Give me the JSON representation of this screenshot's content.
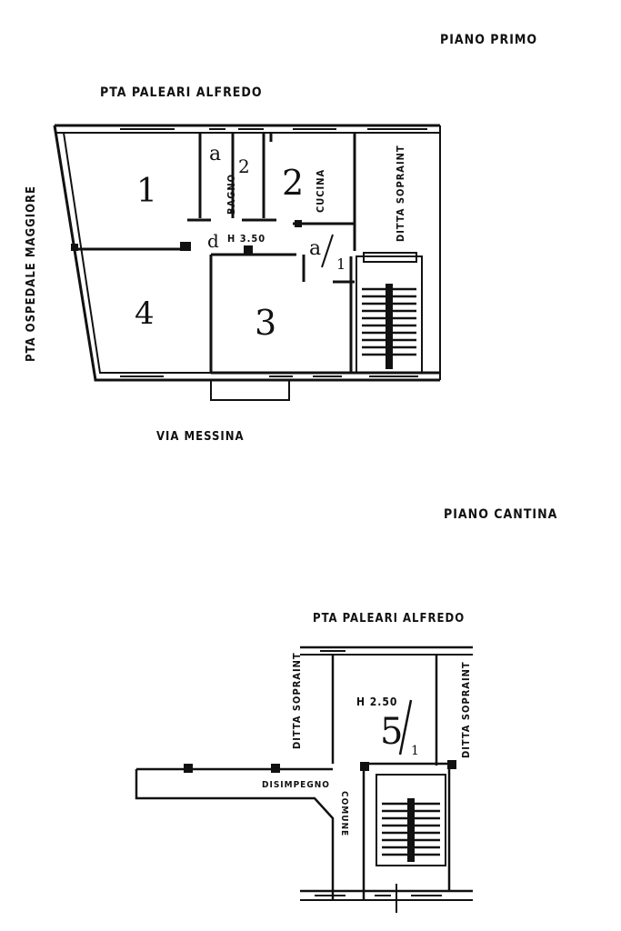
{
  "upper_plan": {
    "title": "PIANO PRIMO",
    "street_top": "PTA PALEARI ALFREDO",
    "street_left": "PTA OSPEDALE MAGGIORE",
    "street_bottom": "VIA MESSINA",
    "room_bagno": "BAGNO",
    "room_cucina": "CUCINA",
    "neighbor": "DITTA SOPRAINT",
    "height_mark": "H 3.50",
    "room_numbers": {
      "r1": "1",
      "r2": "2",
      "r2b": "2",
      "r3": "3",
      "r4": "4"
    },
    "sub_marks": {
      "a1": "a",
      "a2": "a",
      "d": "d",
      "frac": "1"
    }
  },
  "lower_plan": {
    "title": "PIANO CANTINA",
    "street_top": "PTA PALEARI ALFREDO",
    "neighbor_left": "DITTA SOPRAINT",
    "neighbor_right": "DITTA SOPRAINT",
    "height_mark": "H 2.50",
    "room_number": "5",
    "frac": "1",
    "disimpegno": "DISIMPEGNO",
    "comune": "COMUNE"
  }
}
